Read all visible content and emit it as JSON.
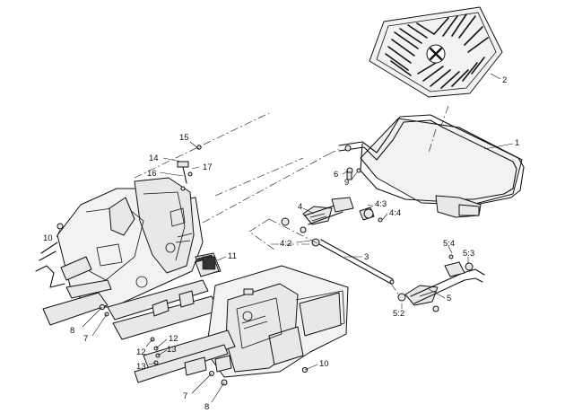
{
  "callouts": {
    "c1": "1",
    "c2": "2",
    "c3": "3",
    "c4": "4",
    "c4_2": "4:2",
    "c4_3": "4:3",
    "c4_4": "4:4",
    "c5": "5",
    "c5_2": "5:2",
    "c5_3": "5:3",
    "c5_4": "5:4",
    "c6": "6",
    "c7a": "7",
    "c7b": "7",
    "c8a": "8",
    "c8b": "8",
    "c9": "9",
    "c10a": "10",
    "c10b": "10",
    "c11": "11",
    "c12a": "12",
    "c12b": "12",
    "c13a": "13",
    "c13b": "13",
    "c14": "14",
    "c15": "15",
    "c16": "16",
    "c17": "17"
  },
  "icons": {
    "logo": "x-emblem-icon"
  }
}
